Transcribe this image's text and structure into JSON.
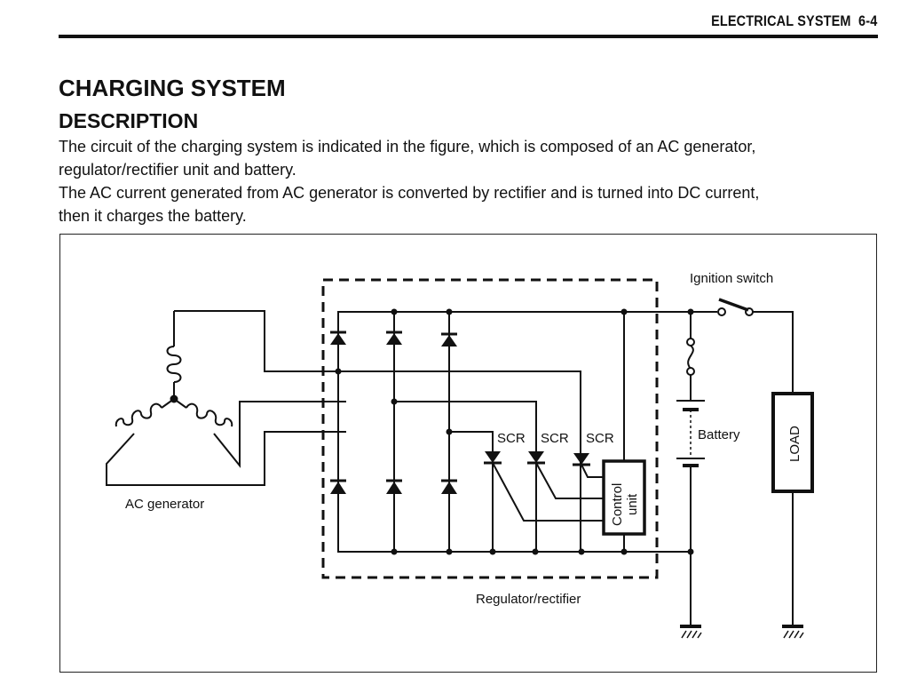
{
  "header": {
    "section": "ELECTRICAL SYSTEM",
    "page": "6-4"
  },
  "title": "CHARGING SYSTEM",
  "subtitle": "DESCRIPTION",
  "paragraphs": [
    "The circuit of the charging system is indicated in the figure, which is composed of an AC generator,",
    "regulator/rectifier unit and battery.",
    "The AC current generated from AC generator is converted by rectifier and is turned into DC current,",
    "then it charges the battery."
  ],
  "figure": {
    "labels": {
      "ac_generator": "AC generator",
      "regulator_rectifier": "Regulator/rectifier",
      "ignition_switch": "Ignition switch",
      "battery": "Battery",
      "load": "LOAD",
      "control_unit_line1": "Control",
      "control_unit_line2": "unit",
      "scr": [
        "SCR",
        "SCR",
        "SCR"
      ]
    }
  }
}
